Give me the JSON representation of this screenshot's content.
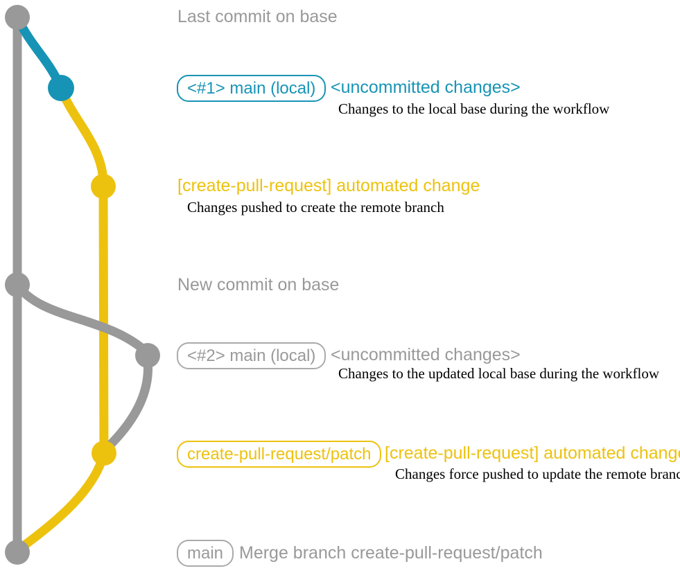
{
  "colors": {
    "gray": "#999999",
    "blue": "#1794b5",
    "yellow": "#edc20f",
    "body_text": "#000000"
  },
  "graph": {
    "base_branch": "base (gray trunk)",
    "remote_branch": "create-pull-request/patch (yellow lane)",
    "commit_dots": [
      "base-last",
      "local-1",
      "patch-1",
      "base-new",
      "local-2",
      "patch-2",
      "merge"
    ]
  },
  "annotations": {
    "heading_last_commit": "Last commit on base",
    "heading_new_commit": "New commit on base",
    "row1": {
      "branch_label": "<#1> main (local)",
      "title": "<uncommitted changes>",
      "description": "Changes to the local base during the workflow"
    },
    "row2": {
      "title": "[create-pull-request] automated change",
      "description": "Changes pushed to create the remote branch"
    },
    "row3": {
      "branch_label": "<#2> main (local)",
      "title": "<uncommitted changes>",
      "description": "Changes to the updated local base during the workflow"
    },
    "row4": {
      "branch_label": "create-pull-request/patch",
      "title": "[create-pull-request] automated change",
      "description": "Changes force pushed to update the remote branch"
    },
    "row5": {
      "branch_label": "main",
      "message": "Merge branch create-pull-request/patch"
    }
  }
}
